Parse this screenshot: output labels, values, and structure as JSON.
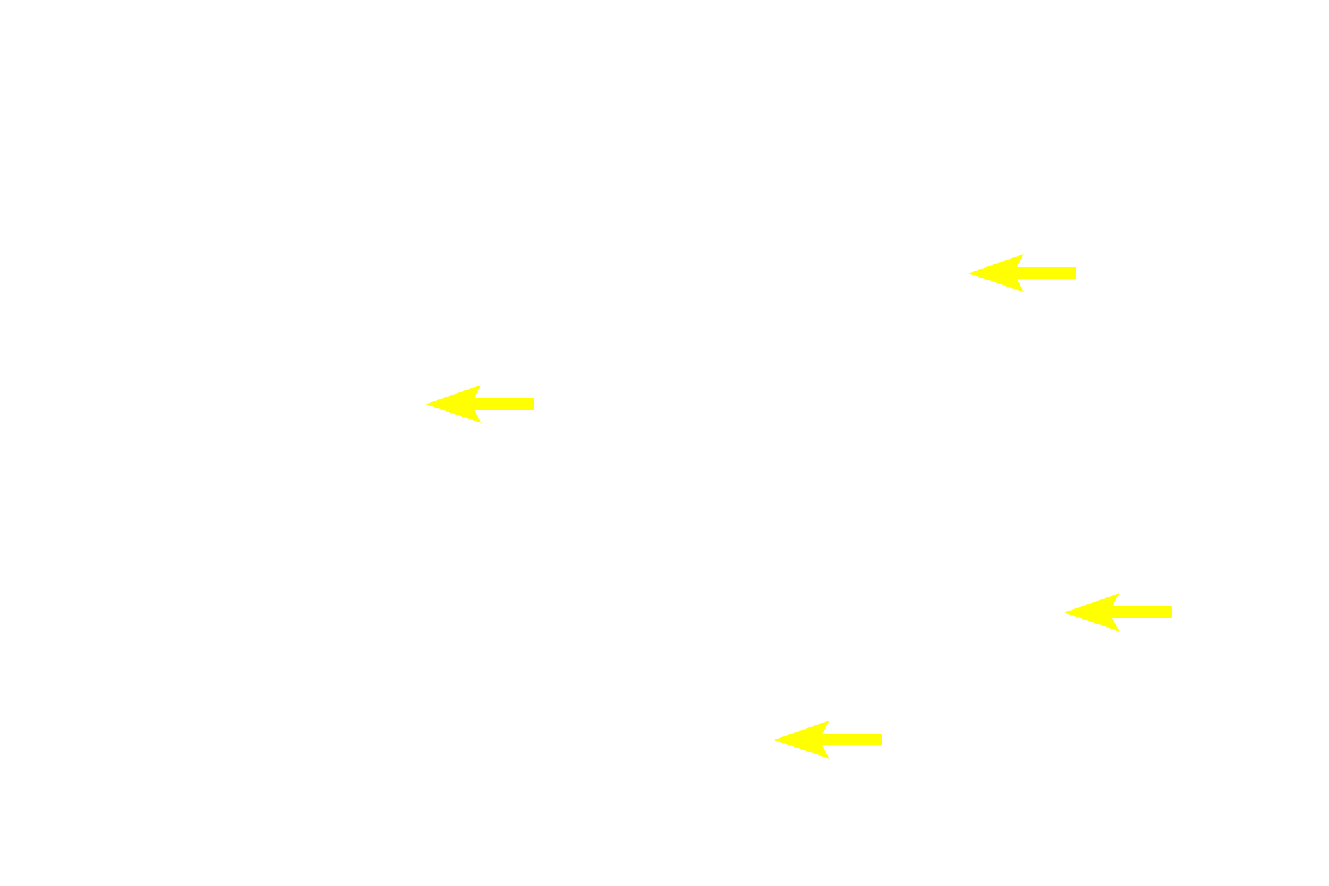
{
  "canvas": {
    "background": "#ffffff"
  },
  "arrows": [
    {
      "icon": "left-arrow-icon",
      "direction": "left",
      "color": "#ffff00"
    },
    {
      "icon": "left-arrow-icon",
      "direction": "left",
      "color": "#ffff00"
    },
    {
      "icon": "left-arrow-icon",
      "direction": "left",
      "color": "#ffff00"
    },
    {
      "icon": "left-arrow-icon",
      "direction": "left",
      "color": "#ffff00"
    }
  ]
}
